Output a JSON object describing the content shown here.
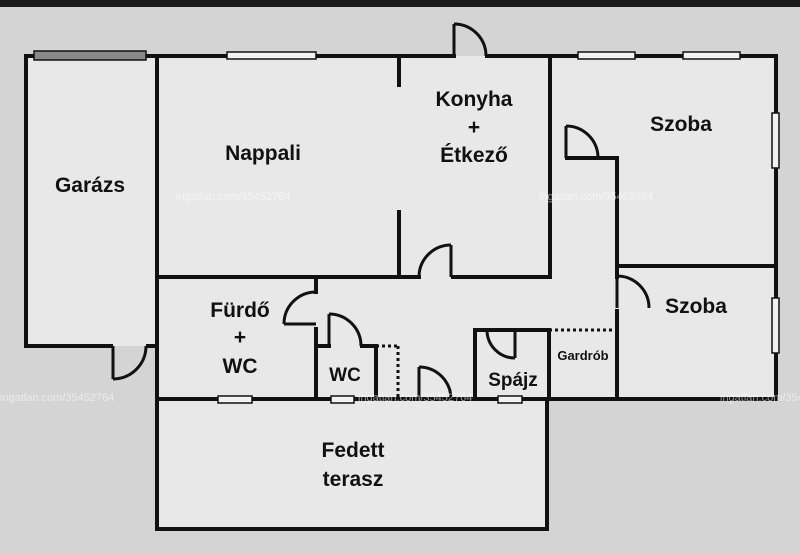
{
  "colors": {
    "background": "#d4d4d4",
    "floor": "#e8e8e8",
    "wall": "#111111",
    "garage_door": "#888888"
  },
  "rooms": {
    "garazs": "Garázs",
    "nappali": "Nappali",
    "konyha_line1": "Konyha",
    "konyha_line2": "+",
    "konyha_line3": "Étkező",
    "szoba_upper": "Szoba",
    "szoba_lower": "Szoba",
    "furdo_line1": "Fürdő",
    "furdo_line2": "+",
    "furdo_line3": "WC",
    "wc": "WC",
    "spajz": "Spájz",
    "gardrob": "Gardrób",
    "terasz_line1": "Fedett",
    "terasz_line2": "terasz"
  },
  "watermark": "ingatlan.com/35452764",
  "icons": [
    "door-icon",
    "window-icon"
  ]
}
